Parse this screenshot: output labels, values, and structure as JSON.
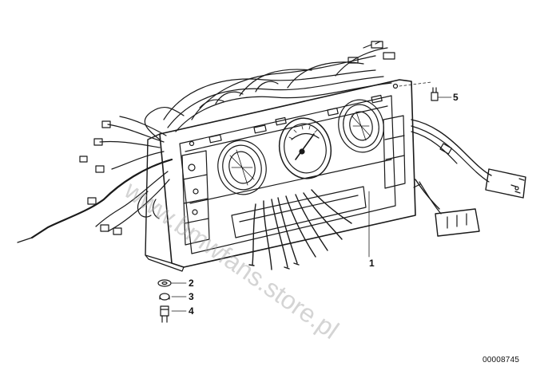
{
  "diagram": {
    "watermark": "www.bmwfans.store.pl",
    "part_number": "00008745",
    "callouts": [
      {
        "label": "1"
      },
      {
        "label": "2"
      },
      {
        "label": "3"
      },
      {
        "label": "4"
      },
      {
        "label": "5"
      }
    ],
    "colors": {
      "line": "#1a1a1a",
      "background": "#ffffff",
      "watermark": "#a0a0a0"
    }
  }
}
